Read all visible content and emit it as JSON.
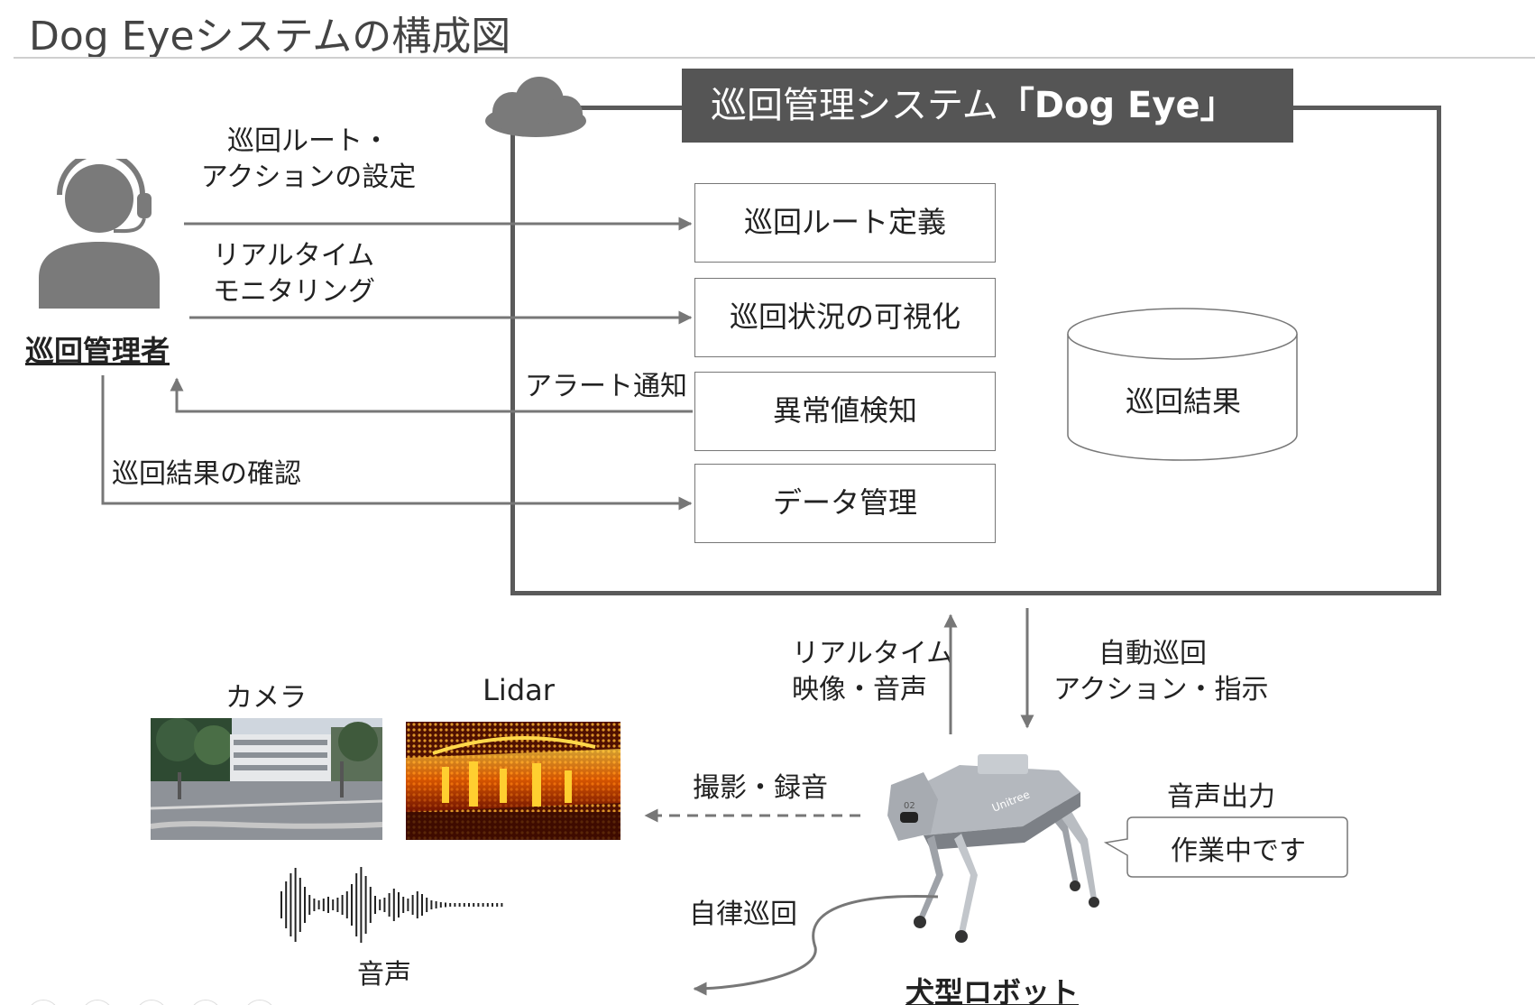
{
  "title": "Dog Eyeシステムの構成図",
  "system": {
    "banner_prefix": "巡回管理システム",
    "banner_name": "「Dog Eye」",
    "functions": [
      {
        "label": "巡回ルート定義"
      },
      {
        "label": "巡回状況の可視化"
      },
      {
        "label": "異常値検知"
      },
      {
        "label": "データ管理"
      }
    ],
    "database_label": "巡回結果"
  },
  "manager": {
    "label": "巡回管理者",
    "flows": {
      "route_setting_line1": "巡回ルート・",
      "route_setting_line2": "アクションの設定",
      "monitoring_line1": "リアルタイム",
      "monitoring_line2": "モニタリング",
      "alert": "アラート通知",
      "confirm_results": "巡回結果の確認"
    }
  },
  "robot": {
    "label": "犬型ロボット",
    "brand_mark": "Unitree",
    "up_flow_line1": "リアルタイム",
    "up_flow_line2": "映像・音声",
    "down_flow_line1": "自動巡回",
    "down_flow_line2": "アクション・指示",
    "capture_label": "撮影・録音",
    "patrol_label": "自律巡回",
    "voice_output_label": "音声出力",
    "speech_bubble": "作業中です"
  },
  "sensors": {
    "camera_label": "カメラ",
    "lidar_label": "Lidar",
    "audio_label": "音声"
  },
  "colors": {
    "line": "#777777",
    "dark_banner": "#555555",
    "icon_gray": "#7a7a7a"
  }
}
